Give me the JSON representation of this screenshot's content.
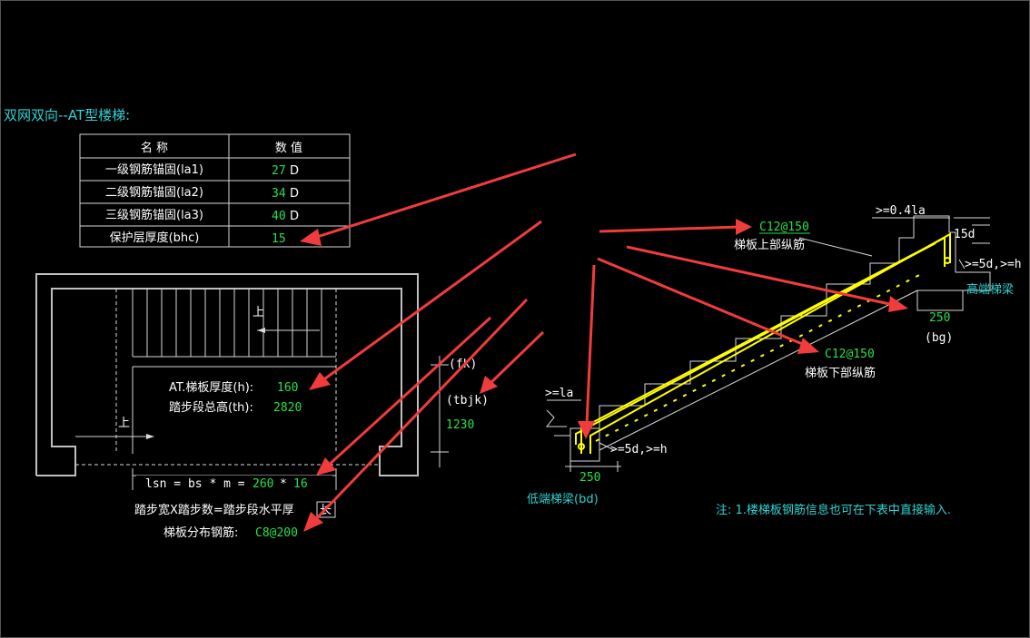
{
  "title": "双网双向--AT型楼梯:",
  "table": {
    "header_name": "名 称",
    "header_value": "数 值",
    "rows": [
      {
        "label": "一级钢筋锚固(la1)",
        "value": "27",
        "unit": "D"
      },
      {
        "label": "二级钢筋锚固(la2)",
        "value": "34",
        "unit": "D"
      },
      {
        "label": "三级钢筋锚固(la3)",
        "value": "40",
        "unit": "D"
      },
      {
        "label": "保护层厚度(bhc)",
        "value": "15",
        "unit": ""
      }
    ]
  },
  "plan": {
    "up_label_top": "上",
    "up_label_bottom": "上",
    "thickness_label": "AT.梯板厚度(h):",
    "thickness_value": "160",
    "height_label": "踏步段总高(th):",
    "height_value": "2820",
    "lsn_label": "lsn = bs * m =",
    "bs_value": "260",
    "times": "*",
    "m_value": "16",
    "step_note": "踏步宽X踏步数=踏步段水平厚",
    "step_note_box": "长",
    "dist_label": "梯板分布钢筋:",
    "dist_value": "C8@200",
    "fk_label": "(fk)",
    "tbjk_label": "(tbjk)",
    "tbjk_value": "1230"
  },
  "section": {
    "top_rebar_value": "C12@150",
    "top_rebar_label": "梯板上部纵筋",
    "bottom_rebar_value": "C12@150",
    "bottom_rebar_label": "梯板下部纵筋",
    "high_beam_label": "高端梯梁",
    "high_beam_width": "250",
    "high_beam_code": "(bg)",
    "low_beam_label": "低端梯梁(bd)",
    "low_beam_width": "250",
    "dim_04la": ">=0.4la",
    "dim_15d": "15d",
    "dim_5d_top": ">=5d,>=h",
    "dim_la": ">=la",
    "dim_5d_bottom": ">=5d,>=h"
  },
  "note": "注: 1.楼梯板钢筋信息也可在下表中直接输入."
}
